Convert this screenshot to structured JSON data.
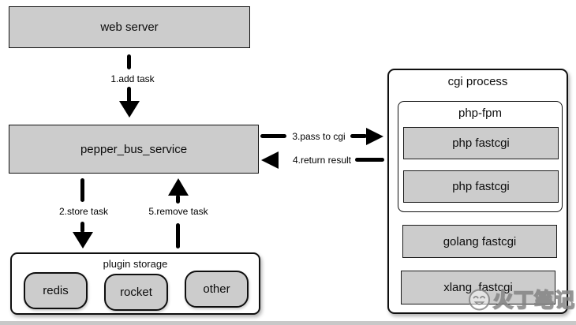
{
  "nodes": {
    "web_server": {
      "label": "web server"
    },
    "pepper_bus_service": {
      "label": "pepper_bus_service"
    },
    "plugin_storage": {
      "title": "plugin storage",
      "plugins": [
        {
          "label": "redis"
        },
        {
          "label": "rocket"
        },
        {
          "label": "other"
        }
      ]
    },
    "cgi_process": {
      "title": "cgi process",
      "php_fpm": {
        "title": "php-fpm",
        "workers": [
          {
            "label": "php fastcgi"
          },
          {
            "label": "php fastcgi"
          }
        ]
      },
      "other_workers": [
        {
          "label": "golang fastcgi"
        },
        {
          "label": "xlang  fastcgi"
        }
      ]
    }
  },
  "edges": [
    {
      "id": "add-task",
      "label": "1.add task",
      "direction": "down"
    },
    {
      "id": "store-task",
      "label": "2.store task",
      "direction": "down"
    },
    {
      "id": "pass-to-cgi",
      "label": "3.pass to cgi",
      "direction": "right"
    },
    {
      "id": "return-result",
      "label": "4.return result",
      "direction": "left"
    },
    {
      "id": "remove-task",
      "label": "5.remove task",
      "direction": "up"
    }
  ],
  "watermark": {
    "icon": "smiley-face-icon",
    "text": "火丁笔记"
  },
  "colors": {
    "node_fill": "#cccccc",
    "node_border": "#0f0f0f",
    "container_fill": "#ffffff",
    "arrow": "#000000",
    "text": "#0c0c0c",
    "bottom_bar": "#c8c8c8",
    "watermark_gray": "#848484"
  }
}
